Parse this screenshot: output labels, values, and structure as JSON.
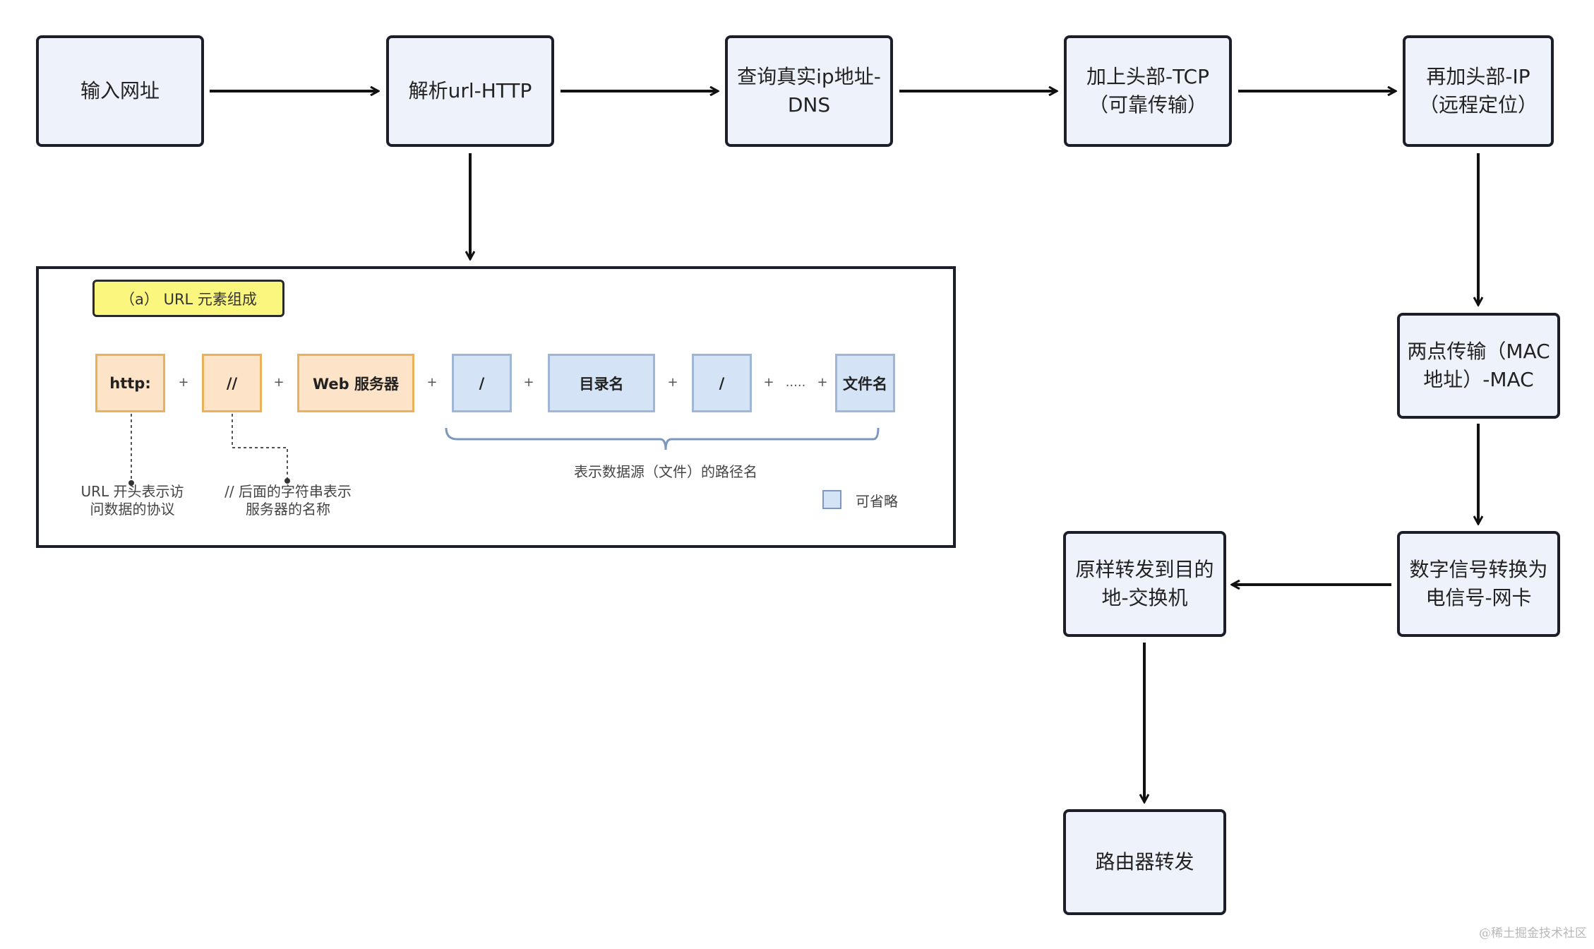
{
  "flow": {
    "nodes": {
      "input_url": "输入网址",
      "parse_http": "解析url-HTTP",
      "dns_line1": "查询真实ip地址-",
      "dns_line2": "DNS",
      "tcp_line1": "加上头部-TCP",
      "tcp_line2": "（可靠传输）",
      "ip_line1": "再加头部-IP",
      "ip_line2": "（远程定位）",
      "mac_line1": "两点传输（MAC",
      "mac_line2": "地址）-MAC",
      "nic_line1": "数字信号转换为",
      "nic_line2": "电信号-网卡",
      "switch_line1": "原样转发到目的",
      "switch_line2": "地-交换机",
      "router": "路由器转发"
    }
  },
  "url_figure": {
    "caption": "（a） URL 元素组成",
    "segments": {
      "http": "http:",
      "slashes": "//",
      "web_server": "Web 服务器",
      "slash_1": "/",
      "directory": "目录名",
      "slash_2": "/",
      "ellipsis": ".....",
      "filename": "文件名"
    },
    "plus": "+",
    "notes": {
      "protocol_line1": "URL 开头表示访",
      "protocol_line2": "问数据的协议",
      "server_line1": "// 后面的字符串表示",
      "server_line2": "服务器的名称",
      "path": "表示数据源（文件）的路径名"
    },
    "legend": "可省略"
  },
  "watermark": "@稀土掘金技术社区",
  "colors": {
    "node_fill": "#eef2fb",
    "node_border": "#1c1f2a",
    "caption_fill": "#fbf77e",
    "segment_orange": "#fde3c7",
    "segment_blue": "#d4e3f6"
  }
}
